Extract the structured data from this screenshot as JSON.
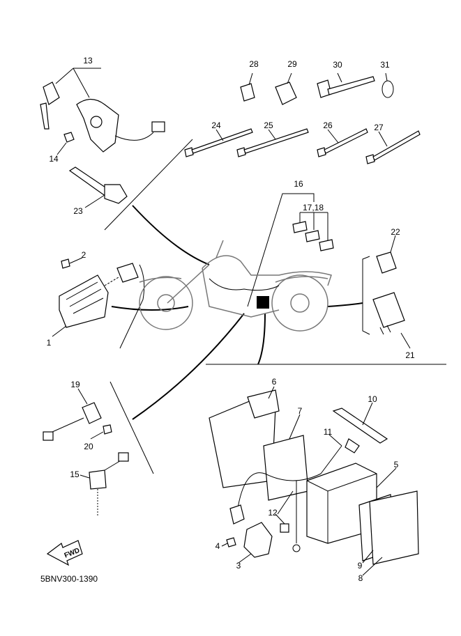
{
  "diagram": {
    "part_code": "5BNV300-1390",
    "fwd_label": "FWD",
    "colors": {
      "line": "#000000",
      "background": "#ffffff",
      "motorcycle_outline": "#777777"
    },
    "callouts": [
      "13",
      "14",
      "23",
      "28",
      "29",
      "30",
      "31",
      "24",
      "25",
      "26",
      "27",
      "16",
      "17,18",
      "22",
      "21",
      "2",
      "1",
      "19",
      "20",
      "15",
      "6",
      "7",
      "10",
      "11",
      "5",
      "12",
      "4",
      "3",
      "9",
      "8"
    ]
  }
}
